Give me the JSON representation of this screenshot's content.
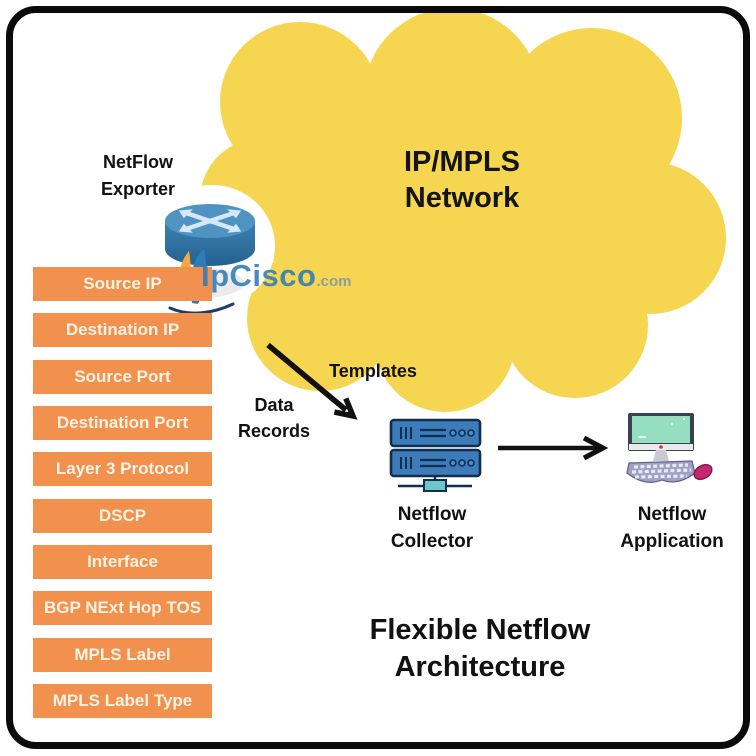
{
  "diagram": {
    "title": {
      "line1": "Flexible Netflow",
      "line2": "Architecture"
    },
    "cloud": {
      "line1": "IP/MPLS",
      "line2": "Network"
    },
    "exporter": {
      "line1": "NetFlow",
      "line2": "Exporter"
    },
    "collector": {
      "line1": "Netflow",
      "line2": "Collector"
    },
    "application": {
      "line1": "Netflow",
      "line2": "Application"
    },
    "flows": {
      "templates": "Templates",
      "data_line1": "Data",
      "data_line2": "Records"
    },
    "watermark": {
      "brand": "IpCisco",
      "tld": ".com"
    },
    "fields": [
      "Source IP",
      "Destination IP",
      "Source Port",
      "Destination Port",
      "Layer 3 Protocol",
      "DSCP",
      "Interface",
      "BGP NExt Hop TOS",
      "MPLS Label",
      "MPLS Label Type"
    ]
  },
  "colors": {
    "cloud_yellow": "#F6D650",
    "field_box_orange": "#F2914E",
    "field_text_cream": "#FBF3E4",
    "outline_black": "#0A0A0A",
    "router_blue": "#3C80B0",
    "server_blue": "#3D7CB9",
    "server_border_navy": "#0F2E52",
    "connector_teal": "#6FC7C4",
    "screen_mint": "#96DEC0",
    "keyboard_lavender": "#9FA0C6",
    "mouse_magenta": "#C5286F",
    "logo_blue": "#2F7CB6",
    "logo_flame_orange": "#F6A83C"
  }
}
